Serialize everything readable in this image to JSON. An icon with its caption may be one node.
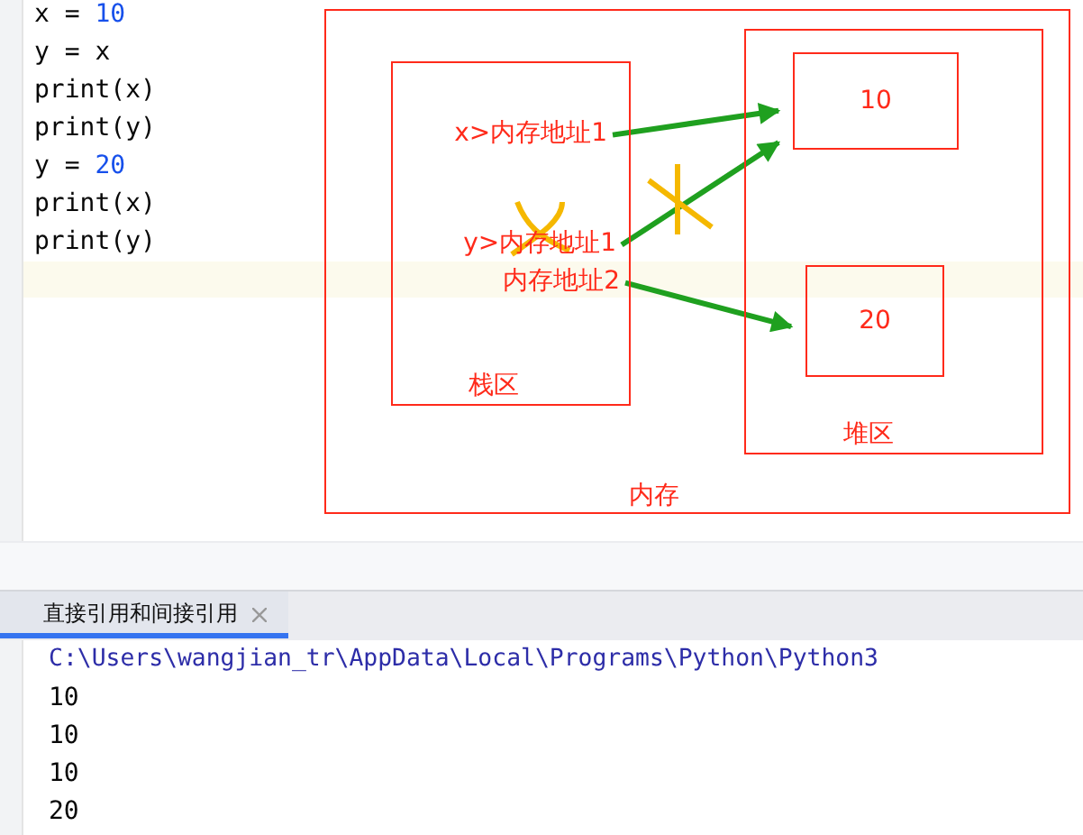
{
  "diagram": {
    "nodes": [
      {
        "text": [
          "内存"
        ]
      },
      {
        "text": [
          "栈区"
        ],
        "in": 0
      },
      {
        "text": [
          "x>内存地址1"
        ],
        "in": 1
      },
      {
        "text": [
          "y>内存地址1"
        ],
        "in": 1
      },
      {
        "text": [
          "内存地址2"
        ],
        "in": 1
      },
      {
        "text": [
          "堆区"
        ],
        "in": 0
      },
      {
        "text": [
          "10"
        ],
        "in": 5
      },
      {
        "text": [
          "20"
        ],
        "in": 5
      }
    ],
    "edges": [
      {
        "from": 2,
        "to": 6,
        "arrow": "to"
      },
      {
        "from": 3,
        "to": 6,
        "arrow": "to"
      },
      {
        "from": 4,
        "to": 7,
        "arrow": "to"
      }
    ],
    "labels": [
      "x = 10",
      "y = x",
      "print(x)",
      "print(y)",
      "y = 20",
      "print(x)",
      "print(y)",
      "直接引用和间接引用",
      "C:\\Users\\wangjian_tr\\AppData\\Local\\Programs\\Python\\Python3",
      "10",
      "10",
      "10",
      "20"
    ]
  }
}
